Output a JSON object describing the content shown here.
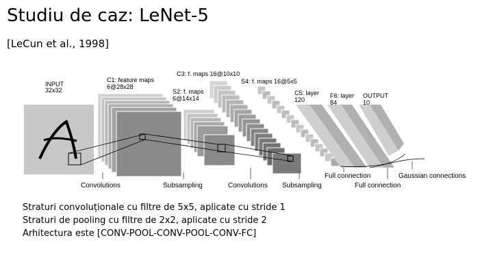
{
  "slide": {
    "title": "Studiu de caz: LeNet-5",
    "citation": "[LeCun et al., 1998]"
  },
  "diagram": {
    "layer_labels": {
      "input": [
        "INPUT",
        "32x32"
      ],
      "c1": [
        "C1: feature maps",
        "6@28x28"
      ],
      "s2": [
        "S2: f. maps",
        "6@14x14"
      ],
      "c3": [
        "C3: f. maps 16@10x10"
      ],
      "s4": [
        "S4: f. maps 16@5x5"
      ],
      "c5": [
        "C5: layer",
        "120"
      ],
      "f6": [
        "F6: layer",
        "84"
      ],
      "output": [
        "OUTPUT",
        "10"
      ]
    },
    "operation_labels": {
      "conv1": "Convolutions",
      "sub1": "Subsampling",
      "conv2": "Convolutions",
      "sub2": "Subsampling",
      "fc1": "Full connection",
      "fc2": "Full connection",
      "gauss": "Gaussian connections"
    }
  },
  "bullets": [
    "Straturi convoluționale cu filtre de 5x5, aplicate cu stride 1",
    "Straturi de pooling cu filtre de 2x2, aplicate cu stride 2",
    "Arhitectura este [CONV-POOL-CONV-POOL-CONV-FC]"
  ]
}
